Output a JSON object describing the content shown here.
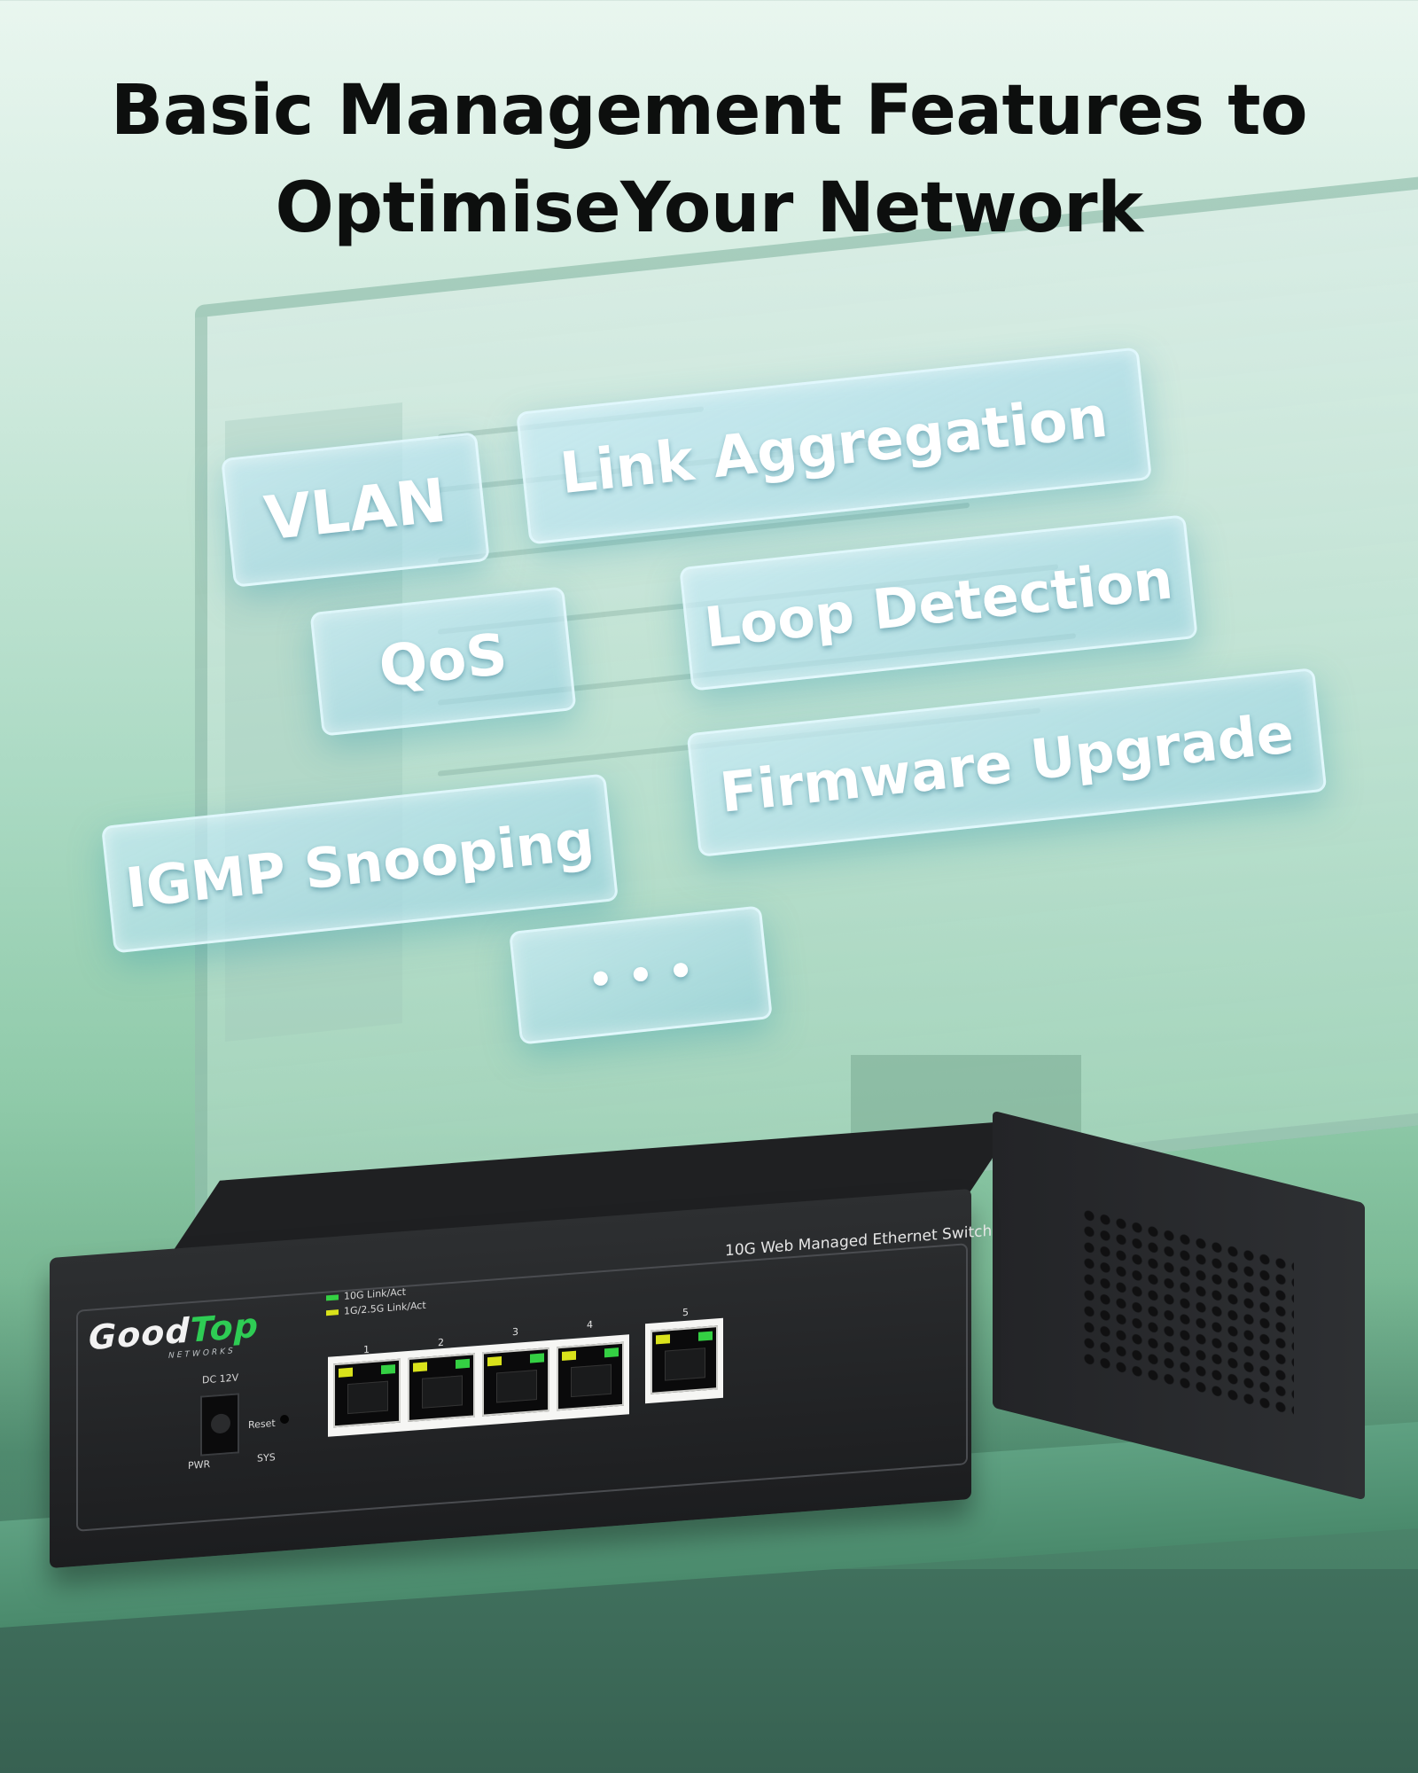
{
  "headline": {
    "line1": "Basic Management Features to",
    "line2": "OptimiseYour Network"
  },
  "features": {
    "vlan": "VLAN",
    "link_aggregation": "Link Aggregation",
    "qos": "QoS",
    "loop_detection": "Loop Detection",
    "firmware_upgrade": "Firmware Upgrade",
    "igmp_snooping": "IGMP Snooping",
    "more": "• • •"
  },
  "device": {
    "brand_good": "Good",
    "brand_top": "Top",
    "brand_sub": "NETWORKS",
    "model_label": "10G Web Managed Ethernet Switch",
    "legend_10g": "10G Link/Act",
    "legend_1g": "1G/2.5G Link/Act",
    "dc_label": "DC 12V",
    "reset_label": "Reset",
    "pwr_label": "PWR",
    "sys_label": "SYS",
    "port_numbers": [
      "1",
      "2",
      "3",
      "4",
      "5"
    ]
  },
  "colors": {
    "led_yellow": "#d9e21b",
    "led_green": "#34d043",
    "brand_accent": "#2ecc54"
  }
}
